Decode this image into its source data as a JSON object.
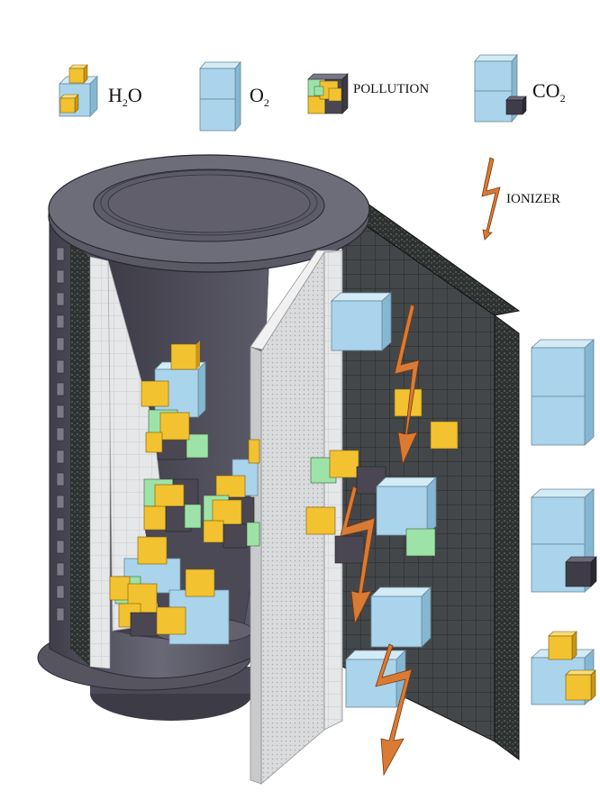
{
  "legend": {
    "water": {
      "pre": "H",
      "sub": "2",
      "post": "O"
    },
    "oxygen": {
      "pre": "O",
      "sub": "2",
      "post": ""
    },
    "pollution": {
      "label": "POLLUTION"
    },
    "carbon_dioxide": {
      "pre": "CO",
      "sub": "2",
      "post": ""
    },
    "ionizer": {
      "label": "IONIZER"
    }
  },
  "colors": {
    "oxygen_cube": "#a9d4ec",
    "water_cube": "#f2c230",
    "pollution_green": "#9de3a8",
    "pollution_dark": "#4a4752",
    "co2_dark": "#3f3c48",
    "ionizer_bolt": "#d97b35",
    "filter_housing": "#5e5d6b",
    "hepa_screen": "#e4e5e6",
    "carbon_mesh": "#3b3f3d"
  }
}
